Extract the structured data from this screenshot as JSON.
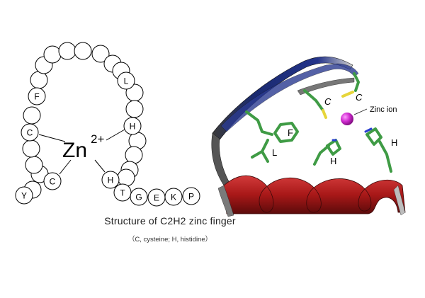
{
  "diagram": {
    "title": "Structure of C2H2 zinc finger",
    "subtitle": "（C, cysteine; H, histidine）",
    "zinc_label": "Zn",
    "zinc_charge": "2+",
    "residue_labels": {
      "F": "F",
      "C1": "C",
      "C2": "C",
      "L": "L",
      "H1": "H",
      "H2": "H",
      "Y": "Y",
      "T": "T",
      "G": "G",
      "E": "E",
      "K": "K",
      "P": "P"
    },
    "ribbon_labels": {
      "cys_a": "C",
      "cys_b": "C",
      "zinc_ion": "Zinc ion",
      "phe": "F",
      "leu": "L",
      "his_a": "H",
      "his_b": "H"
    },
    "colors": {
      "helix_red": "#b11e1e",
      "strand_blue": "#1e2f7a",
      "stick_green": "#3f9b45",
      "sulfur_yellow": "#e6d53a",
      "nitrogen_blue": "#2a3fd0",
      "zinc_magenta": "#c21ec2"
    }
  }
}
